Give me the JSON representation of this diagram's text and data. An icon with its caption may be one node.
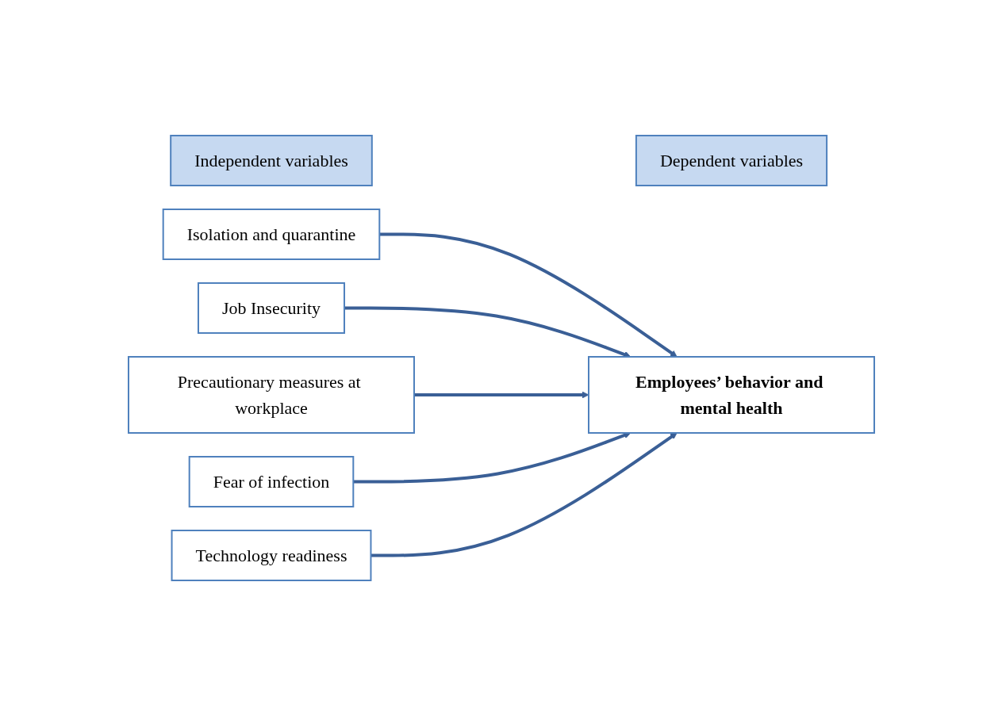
{
  "diagram": {
    "nodes": [
      {
        "text": [
          "Independent variables"
        ]
      },
      {
        "text": [
          "Dependent variables"
        ]
      },
      {
        "text": [
          "Isolation and quarantine"
        ]
      },
      {
        "text": [
          "Job Insecurity"
        ]
      },
      {
        "text": [
          "Precautionary measures at workplace"
        ]
      },
      {
        "text": [
          "Fear of infection"
        ]
      },
      {
        "text": [
          "Technology readiness"
        ]
      },
      {
        "text": [
          "Employees’ behavior and mental health"
        ]
      }
    ],
    "edges": [
      {
        "from": 2,
        "to": 7,
        "arrow": "to"
      },
      {
        "from": 3,
        "to": 7,
        "arrow": "to"
      },
      {
        "from": 4,
        "to": 7,
        "arrow": "to"
      },
      {
        "from": 5,
        "to": 7,
        "arrow": "to"
      },
      {
        "from": 6,
        "to": 7,
        "arrow": "to"
      }
    ]
  }
}
